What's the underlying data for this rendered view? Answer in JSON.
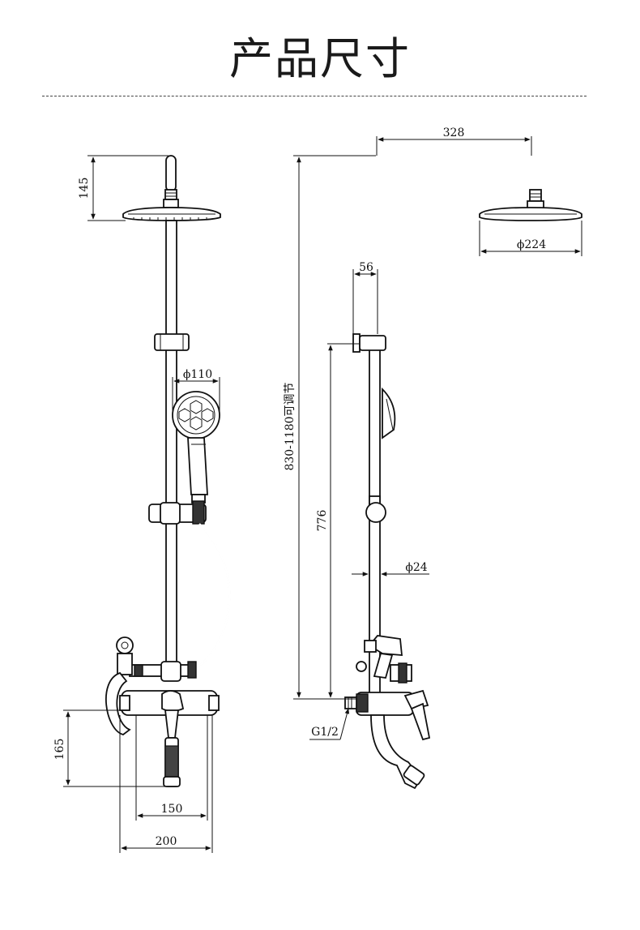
{
  "page": {
    "title": "产品尺寸"
  },
  "dimensions": {
    "front_height_head": "145",
    "front_handshower_dia": "ϕ110",
    "front_mixer_height": "165",
    "front_centers": "150",
    "front_width": "200",
    "side_arm_length": "328",
    "side_head_dia": "ϕ224",
    "side_arm_offset": "56",
    "side_total_height": "830-1180可调节",
    "side_bar_height": "776",
    "side_pipe_dia": "ϕ24",
    "side_thread": "G1/2"
  }
}
